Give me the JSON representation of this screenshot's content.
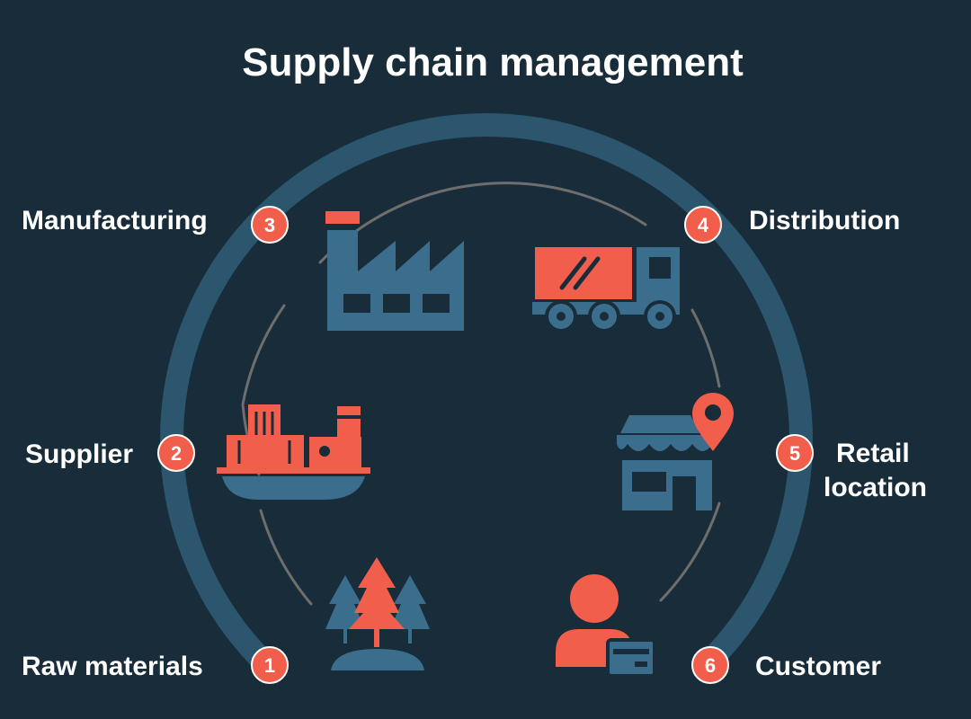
{
  "title": "Supply chain management",
  "colors": {
    "background": "#182c39",
    "ring": "#2b566e",
    "inner_arc": "#6e6e6e",
    "accent": "#f25e4c",
    "icon_blue": "#3a6e8c",
    "text": "#ffffff"
  },
  "steps": [
    {
      "number": "1",
      "label": [
        "Raw materials"
      ],
      "icon": "trees-icon"
    },
    {
      "number": "2",
      "label": [
        "Supplier"
      ],
      "icon": "cargo-ship-icon"
    },
    {
      "number": "3",
      "label": [
        "Manufacturing"
      ],
      "icon": "factory-icon"
    },
    {
      "number": "4",
      "label": [
        "Distribution"
      ],
      "icon": "delivery-truck-icon"
    },
    {
      "number": "5",
      "label": [
        "Retail",
        "location"
      ],
      "icon": "store-location-icon"
    },
    {
      "number": "6",
      "label": [
        "Customer"
      ],
      "icon": "customer-card-icon"
    }
  ]
}
